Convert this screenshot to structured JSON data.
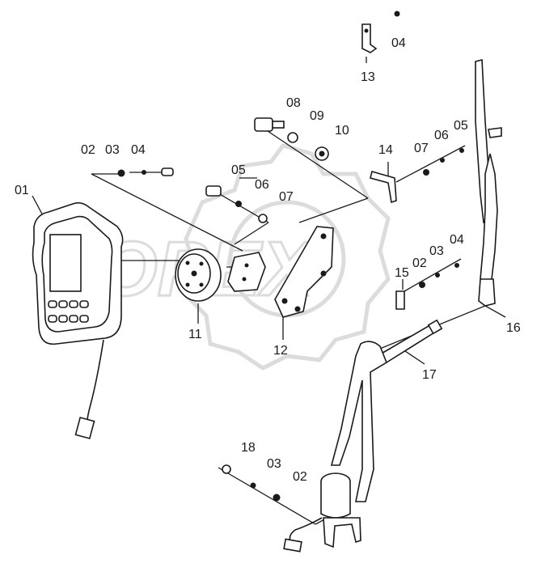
{
  "watermark": "OPEX",
  "callouts": [
    {
      "id": "01"
    },
    {
      "id": "02a",
      "text": "02"
    },
    {
      "id": "03a",
      "text": "03"
    },
    {
      "id": "04a",
      "text": "04"
    },
    {
      "id": "05a",
      "text": "05"
    },
    {
      "id": "06a",
      "text": "06"
    },
    {
      "id": "07a",
      "text": "07"
    },
    {
      "id": "08",
      "text": "08"
    },
    {
      "id": "09",
      "text": "09"
    },
    {
      "id": "10",
      "text": "10"
    },
    {
      "id": "11",
      "text": "11"
    },
    {
      "id": "12",
      "text": "12"
    },
    {
      "id": "13",
      "text": "13"
    },
    {
      "id": "04b",
      "text": "04"
    },
    {
      "id": "14",
      "text": "14"
    },
    {
      "id": "07b",
      "text": "07"
    },
    {
      "id": "06b",
      "text": "06"
    },
    {
      "id": "05b",
      "text": "05"
    },
    {
      "id": "15",
      "text": "15"
    },
    {
      "id": "02b",
      "text": "02"
    },
    {
      "id": "03b",
      "text": "03"
    },
    {
      "id": "04c",
      "text": "04"
    },
    {
      "id": "16",
      "text": "16"
    },
    {
      "id": "17",
      "text": "17"
    },
    {
      "id": "18",
      "text": "18"
    },
    {
      "id": "03c",
      "text": "03"
    },
    {
      "id": "02c",
      "text": "02"
    }
  ],
  "labels": {
    "l01": "01",
    "l02a": "02",
    "l03a": "03",
    "l04a": "04",
    "l05a": "05",
    "l06a": "06",
    "l07a": "07",
    "l08": "08",
    "l09": "09",
    "l10": "10",
    "l11": "11",
    "l12": "12",
    "l13": "13",
    "l04b": "04",
    "l14": "14",
    "l07b": "07",
    "l06b": "06",
    "l05b": "05",
    "l15": "15",
    "l02b": "02",
    "l03b": "03",
    "l04c": "04",
    "l16": "16",
    "l17": "17",
    "l18": "18",
    "l03c": "03",
    "l02c": "02"
  }
}
